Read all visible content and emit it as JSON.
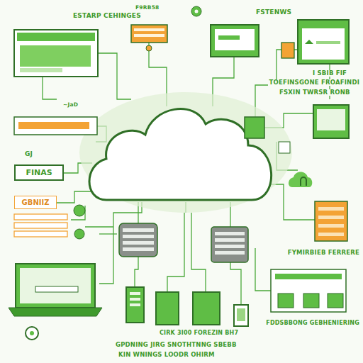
{
  "diagram": {
    "nodes": [
      {
        "text": [
          "FINAS"
        ]
      },
      {
        "text": [
          "GBNIIZ"
        ]
      }
    ],
    "labels": [
      "F9RB58",
      "ESTARP CEHINGES",
      "FSTENWS",
      "I SBIB FIF",
      "TOEFINSGONE FROAFINDI",
      "FSXIN TWRSR RONB",
      "~JaD",
      "GJ",
      "FYMIRBIEB FERRERE",
      "FDDSBBONG GEBHENIERING",
      "CIRK 3I00 FOREZIN BH7",
      "GPDNING JIRG SNOTHTNNG SBEBB",
      "KIN WNINGS LOODR OHIRM"
    ]
  }
}
